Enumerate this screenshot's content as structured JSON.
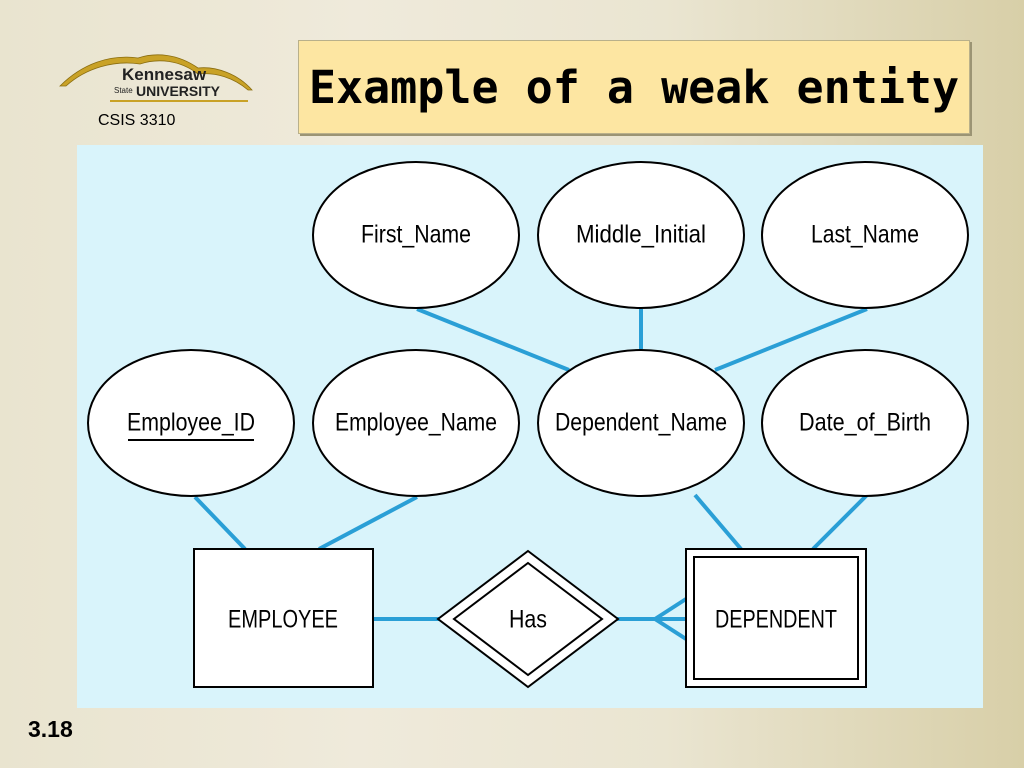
{
  "logo": {
    "line1": "Kennesaw",
    "line2_small": "State",
    "line2": "UNIVERSITY",
    "accent_color": "#c9a227"
  },
  "course": "CSIS 3310",
  "title": "Example of a weak entity",
  "slide_number": "3.18",
  "diagram": {
    "background_color": "#d9f4fb",
    "line_color": "#2a9fd6",
    "attributes": {
      "first_name": "First_Name",
      "middle_initial": "Middle_Initial",
      "last_name": "Last_Name",
      "employee_id": "Employee_ID",
      "employee_name": "Employee_Name",
      "dependent_name": "Dependent_Name",
      "date_of_birth": "Date_of_Birth"
    },
    "entities": {
      "employee": "EMPLOYEE",
      "dependent": "DEPENDENT"
    },
    "relationship": "Has"
  }
}
